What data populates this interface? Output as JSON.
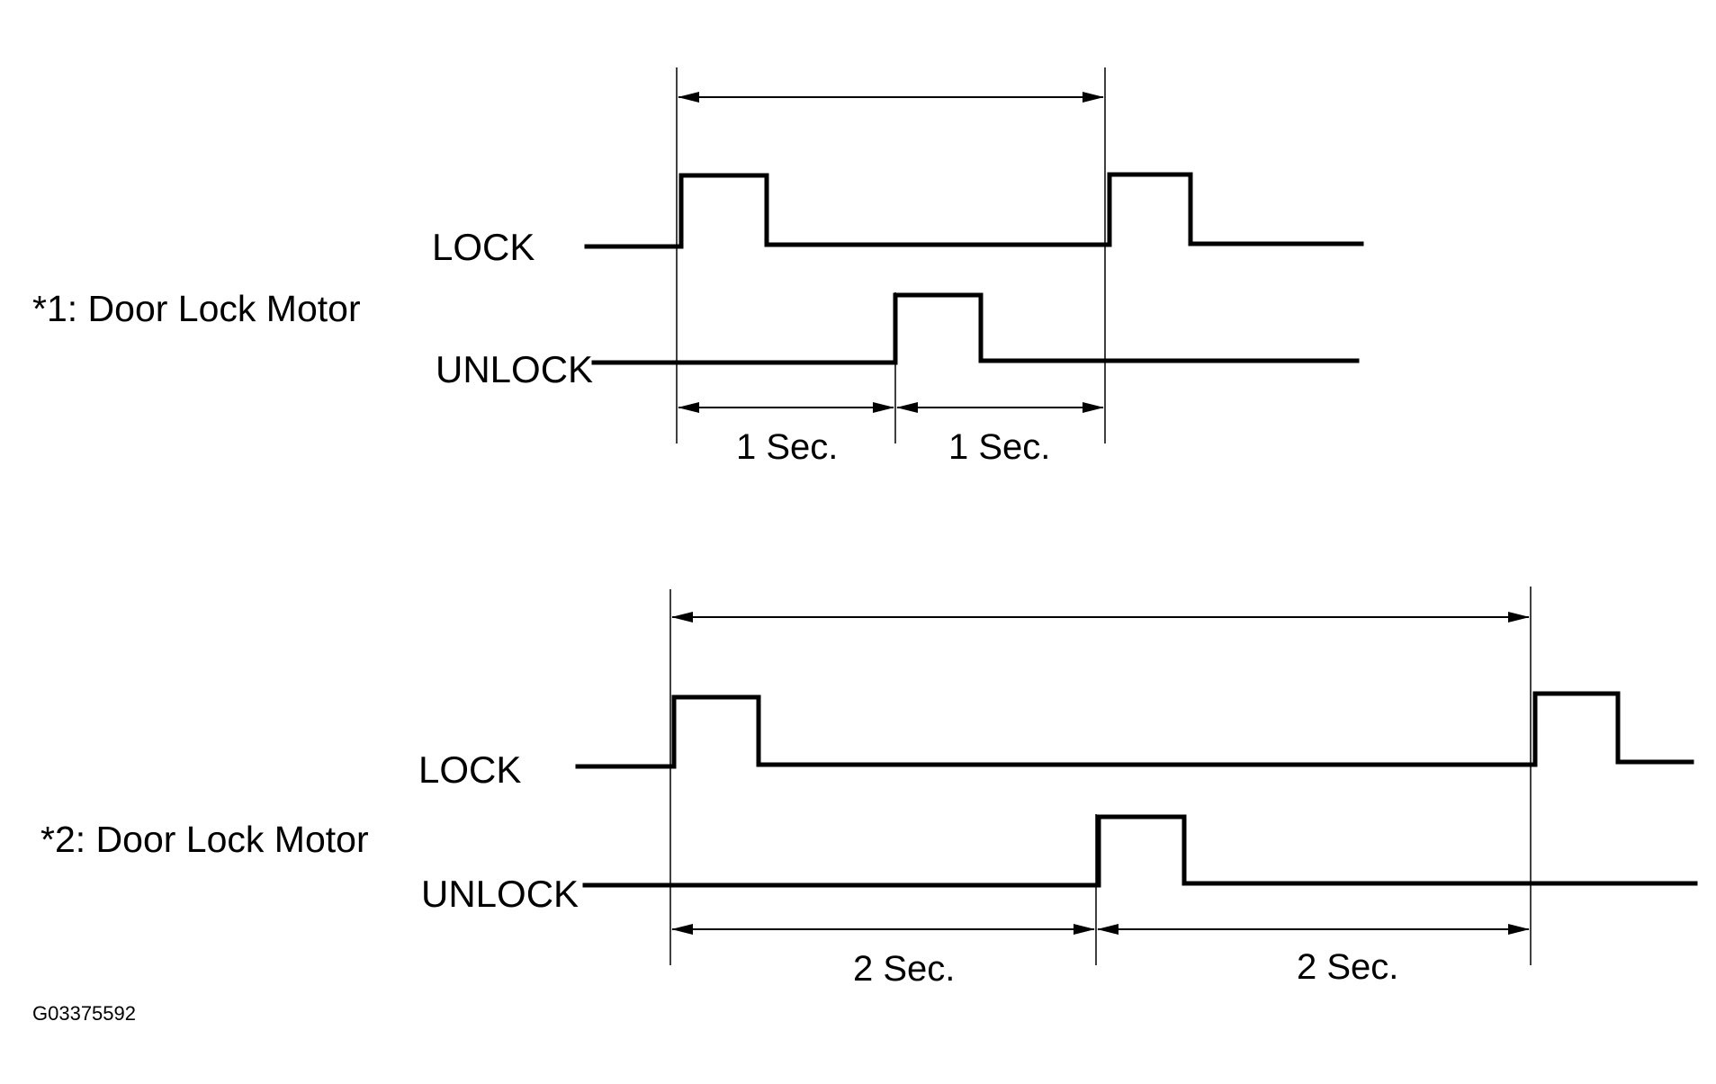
{
  "diagrams": [
    {
      "caption": "*1: Door Lock Motor",
      "lock_label": "LOCK",
      "unlock_label": "UNLOCK",
      "interval_1": "1 Sec.",
      "interval_2": "1 Sec."
    },
    {
      "caption": "*2: Door Lock Motor",
      "lock_label": "LOCK",
      "unlock_label": "UNLOCK",
      "interval_1": "2 Sec.",
      "interval_2": "2 Sec."
    }
  ],
  "figure_code": "G03375592"
}
